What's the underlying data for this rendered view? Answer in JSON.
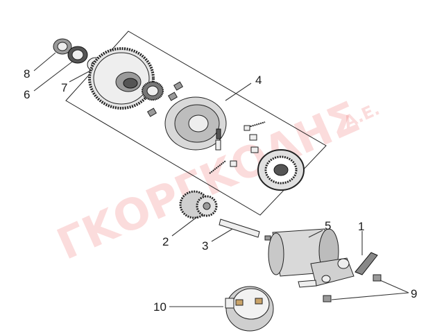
{
  "callouts": {
    "c1": "1",
    "c2": "2",
    "c3": "3",
    "c4": "4",
    "c5": "5",
    "c6": "6",
    "c7": "7",
    "c8": "8",
    "c9": "9",
    "c10": "10"
  },
  "watermark": {
    "main": "ΓΚΟΡΓΚΟΛΗΣ",
    "suffix": "A.E.",
    "color": "#eb3c3c"
  }
}
